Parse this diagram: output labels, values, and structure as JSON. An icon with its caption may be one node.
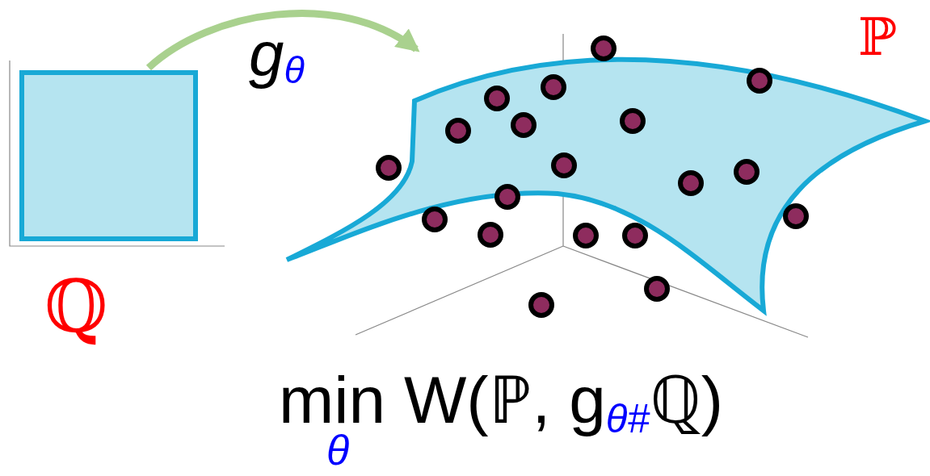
{
  "diagram": {
    "nodes": [
      {
        "text": [],
        "shape": "box",
        "beside": [
          "ℚ"
        ]
      },
      {
        "text": [],
        "shape": "surface",
        "beside": [
          "ℙ"
        ]
      }
    ],
    "edges": [
      {
        "from": 0,
        "to": 1,
        "arrow": "to",
        "label": "g$_{θ}$",
        "color": "#a9d18e"
      }
    ],
    "labels": [
      "min W(ℙ, g$_{θ#}$ℚ)",
      "θ"
    ]
  }
}
